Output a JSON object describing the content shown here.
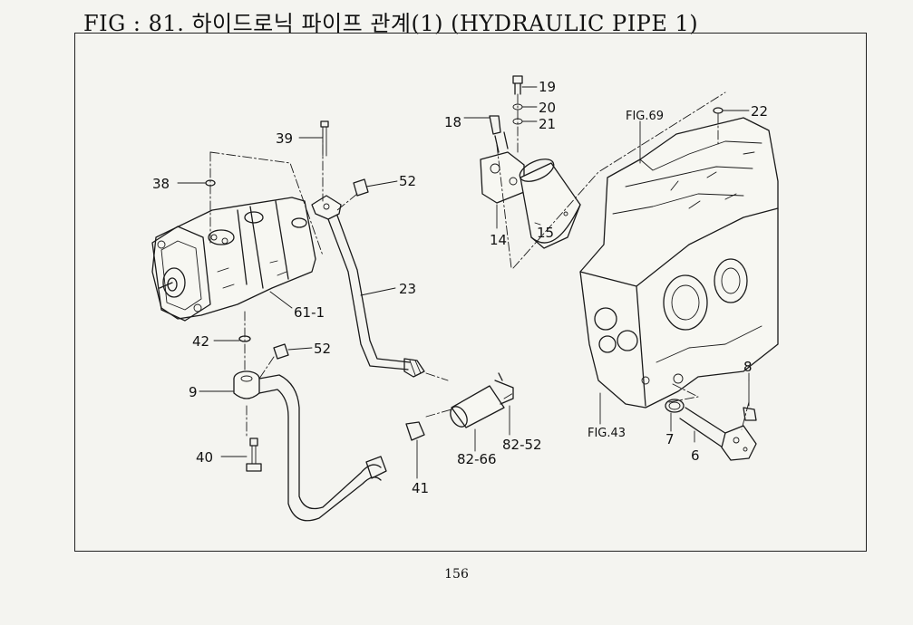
{
  "title": "FIG : 81. 하이드로닉 파이프 관계(1) (HYDRAULIC PIPE 1)",
  "page_number": "156",
  "callouts": [
    {
      "id": "19",
      "text": "19"
    },
    {
      "id": "20",
      "text": "20"
    },
    {
      "id": "21",
      "text": "21"
    },
    {
      "id": "18",
      "text": "18"
    },
    {
      "id": "22",
      "text": "22"
    },
    {
      "id": "fig69",
      "text": "FIG.69"
    },
    {
      "id": "39",
      "text": "39"
    },
    {
      "id": "38",
      "text": "38"
    },
    {
      "id": "52a",
      "text": "52"
    },
    {
      "id": "14",
      "text": "14"
    },
    {
      "id": "15",
      "text": "15"
    },
    {
      "id": "23",
      "text": "23"
    },
    {
      "id": "61-1",
      "text": "61-1"
    },
    {
      "id": "42",
      "text": "42"
    },
    {
      "id": "52b",
      "text": "52"
    },
    {
      "id": "9",
      "text": "9"
    },
    {
      "id": "8",
      "text": "8"
    },
    {
      "id": "fig43",
      "text": "FIG.43"
    },
    {
      "id": "7",
      "text": "7"
    },
    {
      "id": "6",
      "text": "6"
    },
    {
      "id": "82-66",
      "text": "82-66"
    },
    {
      "id": "82-52",
      "text": "82-52"
    },
    {
      "id": "40",
      "text": "40"
    },
    {
      "id": "41",
      "text": "41"
    }
  ]
}
